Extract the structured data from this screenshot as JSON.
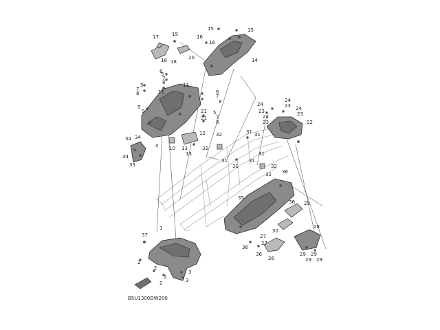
{
  "diagram_code": "B5U1300DW200",
  "callouts": [
    "1",
    "2",
    "3",
    "4",
    "5",
    "6",
    "7",
    "8",
    "9",
    "10",
    "11",
    "12",
    "13",
    "14",
    "15",
    "16",
    "17",
    "18",
    "19",
    "20",
    "21",
    "22",
    "23",
    "24",
    "25",
    "26",
    "27",
    "28",
    "29",
    "30",
    "31",
    "32",
    "33",
    "34",
    "35",
    "36",
    "37"
  ]
}
